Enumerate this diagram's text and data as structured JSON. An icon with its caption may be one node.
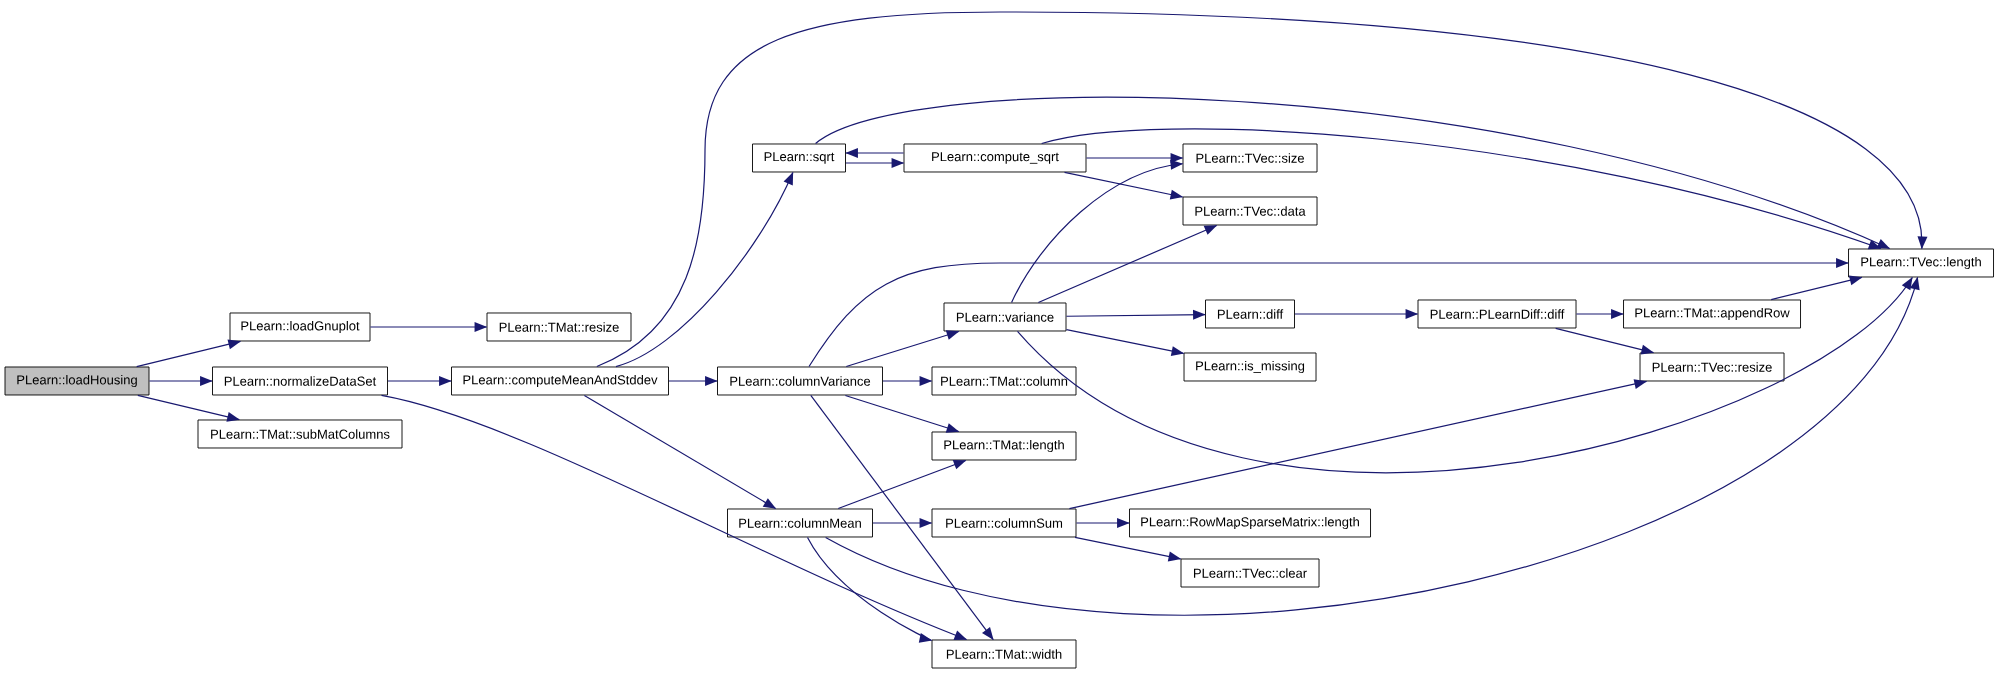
{
  "diagram": {
    "nodes": [
      {
        "text": [
          "PLearn::loadHousing"
        ]
      },
      {
        "text": [
          "PLearn::loadGnuplot"
        ]
      },
      {
        "text": [
          "PLearn::TMat::resize"
        ]
      },
      {
        "text": [
          "PLearn::normalizeDataSet"
        ]
      },
      {
        "text": [
          "PLearn::TMat::subMatColumns"
        ]
      },
      {
        "text": [
          "PLearn::computeMeanAndStddev"
        ]
      },
      {
        "text": [
          "PLearn::sqrt"
        ]
      },
      {
        "text": [
          "PLearn::compute_sqrt"
        ]
      },
      {
        "text": [
          "PLearn::TVec::size"
        ]
      },
      {
        "text": [
          "PLearn::TVec::data"
        ]
      },
      {
        "text": [
          "PLearn::TVec::length"
        ]
      },
      {
        "text": [
          "PLearn::columnVariance"
        ]
      },
      {
        "text": [
          "PLearn::variance"
        ]
      },
      {
        "text": [
          "PLearn::diff"
        ]
      },
      {
        "text": [
          "PLearn::PLearnDiff::diff"
        ]
      },
      {
        "text": [
          "PLearn::TMat::appendRow"
        ]
      },
      {
        "text": [
          "PLearn::TVec::resize"
        ]
      },
      {
        "text": [
          "PLearn::is_missing"
        ]
      },
      {
        "text": [
          "PLearn::TMat::column"
        ]
      },
      {
        "text": [
          "PLearn::TMat::length"
        ]
      },
      {
        "text": [
          "PLearn::columnMean"
        ]
      },
      {
        "text": [
          "PLearn::columnSum"
        ]
      },
      {
        "text": [
          "PLearn::RowMapSparseMatrix::length"
        ]
      },
      {
        "text": [
          "PLearn::TVec::clear"
        ]
      },
      {
        "text": [
          "PLearn::TMat::width"
        ]
      }
    ],
    "edges": [
      {
        "from": 0,
        "to": 1,
        "arrow": "to"
      },
      {
        "from": 0,
        "to": 3,
        "arrow": "to"
      },
      {
        "from": 0,
        "to": 4,
        "arrow": "to"
      },
      {
        "from": 1,
        "to": 2,
        "arrow": "to"
      },
      {
        "from": 3,
        "to": 5,
        "arrow": "to"
      },
      {
        "from": 3,
        "to": 24,
        "arrow": "to"
      },
      {
        "from": 5,
        "to": 6,
        "arrow": "to"
      },
      {
        "from": 5,
        "to": 10,
        "arrow": "to"
      },
      {
        "from": 5,
        "to": 11,
        "arrow": "to"
      },
      {
        "from": 5,
        "to": 20,
        "arrow": "to"
      },
      {
        "from": 6,
        "to": 7,
        "arrow": "to"
      },
      {
        "from": 6,
        "to": 10,
        "arrow": "to"
      },
      {
        "from": 7,
        "to": 6,
        "arrow": "to"
      },
      {
        "from": 7,
        "to": 8,
        "arrow": "to"
      },
      {
        "from": 7,
        "to": 9,
        "arrow": "to"
      },
      {
        "from": 7,
        "to": 10,
        "arrow": "to"
      },
      {
        "from": 11,
        "to": 10,
        "arrow": "to"
      },
      {
        "from": 11,
        "to": 12,
        "arrow": "to"
      },
      {
        "from": 11,
        "to": 18,
        "arrow": "to"
      },
      {
        "from": 11,
        "to": 19,
        "arrow": "to"
      },
      {
        "from": 11,
        "to": 24,
        "arrow": "to"
      },
      {
        "from": 12,
        "to": 8,
        "arrow": "to"
      },
      {
        "from": 12,
        "to": 9,
        "arrow": "to"
      },
      {
        "from": 12,
        "to": 13,
        "arrow": "to"
      },
      {
        "from": 12,
        "to": 17,
        "arrow": "to"
      },
      {
        "from": 12,
        "to": 10,
        "arrow": "to"
      },
      {
        "from": 13,
        "to": 14,
        "arrow": "to"
      },
      {
        "from": 14,
        "to": 15,
        "arrow": "to"
      },
      {
        "from": 14,
        "to": 16,
        "arrow": "to"
      },
      {
        "from": 15,
        "to": 10,
        "arrow": "to"
      },
      {
        "from": 20,
        "to": 19,
        "arrow": "to"
      },
      {
        "from": 20,
        "to": 21,
        "arrow": "to"
      },
      {
        "from": 20,
        "to": 24,
        "arrow": "to"
      },
      {
        "from": 20,
        "to": 10,
        "arrow": "to"
      },
      {
        "from": 21,
        "to": 16,
        "arrow": "to"
      },
      {
        "from": 21,
        "to": 22,
        "arrow": "to"
      },
      {
        "from": 21,
        "to": 23,
        "arrow": "to"
      }
    ]
  }
}
